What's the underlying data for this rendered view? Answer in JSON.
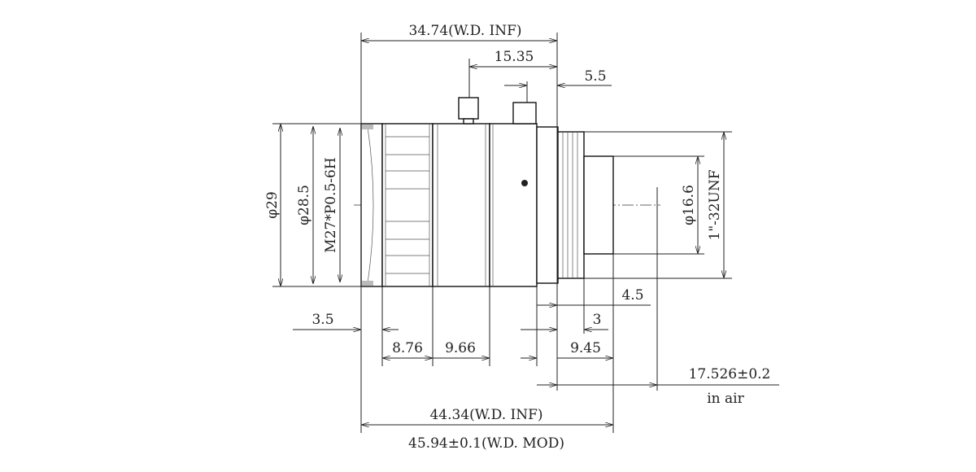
{
  "dimensions": {
    "overall_top": "34.74(W.D. INF)",
    "knob_to_mount": "15.35",
    "knob2_to_mount": "5.5",
    "outer_diameter": "φ29",
    "front_diameter": "φ28.5",
    "filter_thread": "M27*P0.5-6H",
    "rear_diameter": "φ16.6",
    "mount_thread": "1\"-32UNF",
    "flange_4_5": "4.5",
    "flange_3": "3",
    "front_3_5": "3.5",
    "seg_8_76": "8.76",
    "seg_9_66": "9.66",
    "seg_9_45": "9.45",
    "back_focus": "17.526±0.2",
    "back_focus_note": "in air",
    "overall_inf": "44.34(W.D. INF)",
    "overall_mod": "45.94±0.1(W.D. MOD)"
  }
}
